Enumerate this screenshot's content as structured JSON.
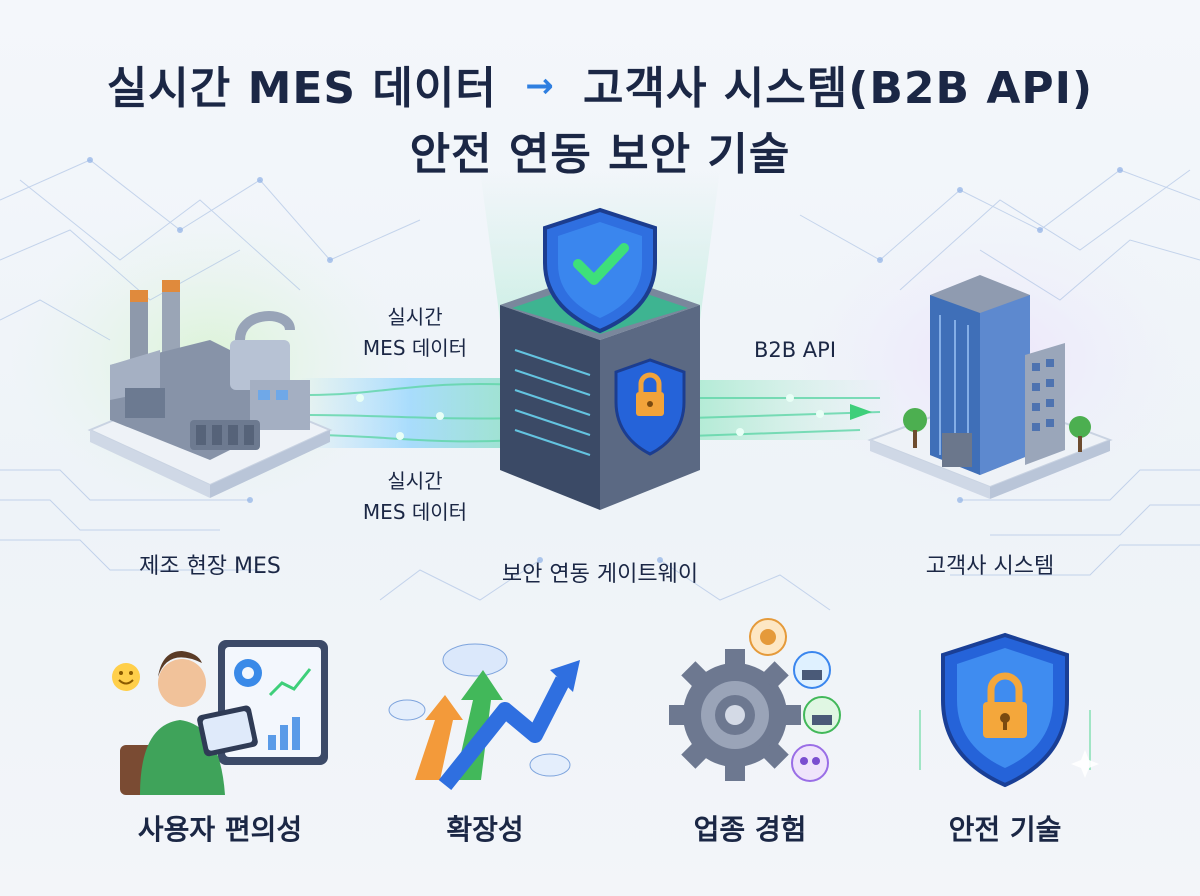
{
  "title": {
    "line1_left": "실시간 MES 데이터",
    "arrow": "→",
    "line1_right": "고객사 시스템(B2B API)",
    "line2": "안전 연동 보안 기술"
  },
  "nodes": {
    "factory_label": "제조 현장 MES",
    "gateway_label": "보안 연동 게이트웨이",
    "customer_label": "고객사 시스템"
  },
  "flows": {
    "upper_left_line1": "실시간",
    "upper_left_line2": "MES 데이터",
    "lower_left_line1": "실시간",
    "lower_left_line2": "MES 데이터",
    "right": "B2B API"
  },
  "features": [
    {
      "label": "사용자 편의성",
      "icon": "user-dashboard-icon"
    },
    {
      "label": "확장성",
      "icon": "growth-arrows-icon"
    },
    {
      "label": "업종 경험",
      "icon": "industry-gear-icon"
    },
    {
      "label": "안전 기술",
      "icon": "shield-lock-icon"
    }
  ],
  "colors": {
    "title": "#1b2745",
    "accent_blue": "#2f7fe0",
    "accent_green": "#3ecf7a",
    "shield": "#2563d9"
  }
}
